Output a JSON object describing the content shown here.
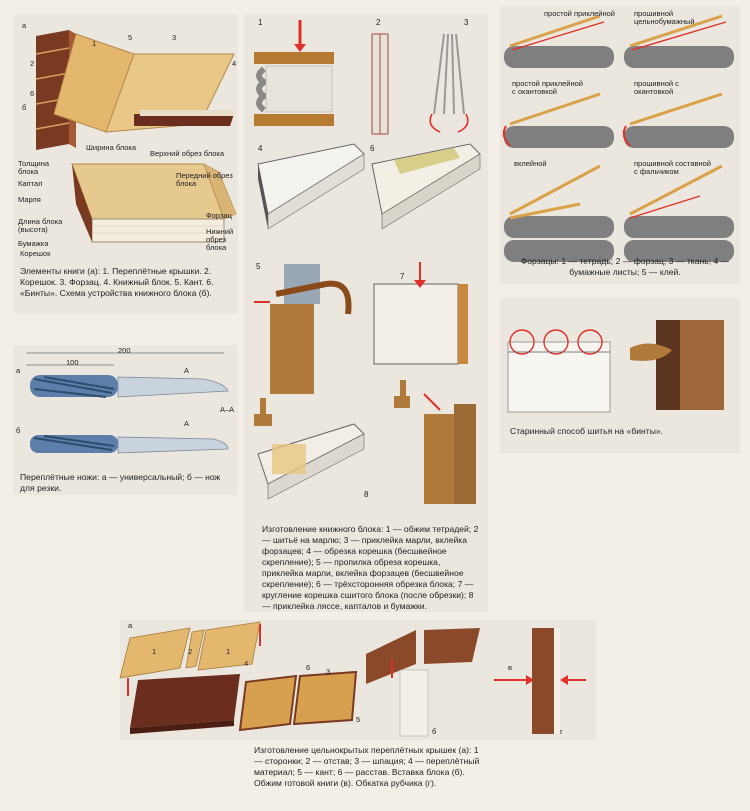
{
  "colors": {
    "background": "#f3efe6",
    "panel": "#ebe7df",
    "leather": "#8a4a2a",
    "paper": "#e2c48a",
    "wood": "#b07a3a",
    "steel": "#7c8ea4",
    "arrow": "#e0302a"
  },
  "book_elements": {
    "labels": {
      "a": "а",
      "b": "б",
      "n1": "1",
      "n2": "2",
      "n3": "3",
      "n4": "4",
      "n5": "5",
      "n6": "6",
      "block_width": "Ширина блока",
      "top_edge": "Верхний обрез блока",
      "thickness": "Толщина блока",
      "kaptal": "Каптал",
      "marlya": "Марля",
      "front_edge": "Передний обрез блока",
      "forzac": "Форзац",
      "length": "Длина блока (высота)",
      "bumazhka": "Бумажка",
      "koreshok": "Корешок",
      "bottom_edge": "Нижний обрез блока"
    },
    "caption": "Элементы книги (а): 1. Переплётные крышки. 2. Корешок. 3. Форзац. 4. Книжный блок. 5. Кант. 6. «Бинты». Схема устройства книжного блока (б)."
  },
  "knives": {
    "labels": {
      "dim200": "200",
      "dim100": "100",
      "a": "а",
      "b": "б",
      "A1": "А",
      "A2": "А",
      "section": "А–А"
    },
    "caption": "Переплётные ножи: а — универсальный; б — нож для резки."
  },
  "block_making": {
    "labels": {
      "s1": "1",
      "s2": "2",
      "s3": "3",
      "s4": "4",
      "s5": "5",
      "s6": "6",
      "s7": "7",
      "s8": "8"
    },
    "caption": "Изготовление книжного блока: 1 — обжим тетрадей; 2 — шитьё на марлю; 3 — приклейка марли, вклейка форзацев; 4 — обрезка корешка (бесшвейное скрепление); 5 — пропилка обреза корешка, приклейка марли, вклейка форзацев (бесшвейное скрепление); 6 — трёхсторонняя обрезка блока; 7 — кругление корешка сшитого блока (после обрезки); 8 — приклейка ляссе, капталов и бумажки."
  },
  "endpapers": {
    "labels": {
      "t1": "простой приклейной",
      "t2": "прошивной цельнобумажный",
      "t3": "простой приклейной с окантовкой",
      "t4": "прошивной с окантовкой",
      "t5": "вклейной",
      "t6": "прошивной составной с фальчиком"
    },
    "caption": "Форзацы: 1 — тетрадь; 2 — форзац; 3 — ткань; 4 — бумажные листы; 5 — клей."
  },
  "binty": {
    "caption": "Старинный способ шитья на «бинты»."
  },
  "covers": {
    "labels": {
      "a": "а",
      "b": "б",
      "v": "в",
      "n1a": "1",
      "n1b": "1",
      "n2": "2",
      "n3": "3",
      "n4": "4",
      "n5": "5",
      "n6": "6",
      "g": "г"
    },
    "caption": "Изготовление цельнокрытых переплётных крышек (а): 1 — сторонки; 2 — отстав; 3 — шпация; 4 — переплётный материал; 5 — кант; 6 — расстав. Вставка блока (б). Обжим готовой книги (в). Обкатка рубчика (г)."
  }
}
